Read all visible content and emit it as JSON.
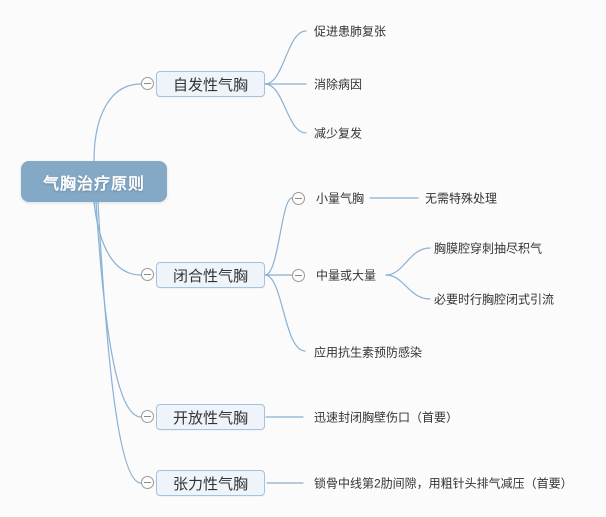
{
  "colors": {
    "root_fill": "#84a9c6",
    "root_text": "#ffffff",
    "branch_fill": "#eef4fa",
    "branch_border": "#a3c3de",
    "line_color": "#8ab1d4",
    "text_color": "#333333",
    "ring_color": "#9a9a9a",
    "background": "#fbfbfb"
  },
  "tree": {
    "root": {
      "label": "气胸治疗原则"
    },
    "branches": [
      {
        "label": "自发性气胸",
        "children": [
          {
            "label": "促进患肺复张"
          },
          {
            "label": "消除病因"
          },
          {
            "label": "减少复发"
          }
        ]
      },
      {
        "label": "闭合性气胸",
        "children": [
          {
            "label": "小量气胸",
            "children": [
              {
                "label": "无需特殊处理"
              }
            ]
          },
          {
            "label": "中量或大量",
            "children": [
              {
                "label": "胸膜腔穿刺抽尽积气"
              },
              {
                "label": "必要时行胸腔闭式引流"
              }
            ]
          },
          {
            "label": "应用抗生素预防感染"
          }
        ]
      },
      {
        "label": "开放性气胸",
        "children": [
          {
            "label": "迅速封闭胸壁伤口（首要）"
          }
        ]
      },
      {
        "label": "张力性气胸",
        "children": [
          {
            "label": "锁骨中线第2肋间隙，用粗针头排气减压（首要）"
          }
        ]
      }
    ]
  }
}
